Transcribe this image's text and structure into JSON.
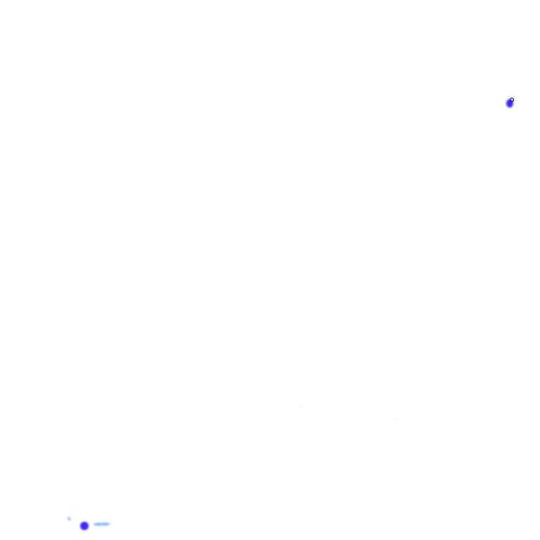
{
  "scene": {
    "background_color": "#ffffff",
    "primary_blue": "#3b2cf5",
    "light_blue": "#7fb8f0",
    "outline_color": "#1a1a6e",
    "speck_color": "#d8d8d8",
    "marks": [
      {
        "name": "blue-blob-top-right",
        "kind": "blob"
      },
      {
        "name": "blue-blob-bottom-left",
        "kind": "blob"
      },
      {
        "name": "light-blue-streak-bottom-left",
        "kind": "streak"
      },
      {
        "name": "light-blue-flake-bottom-left",
        "kind": "flake"
      },
      {
        "name": "faint-speck-center",
        "kind": "speck"
      },
      {
        "name": "faint-speck-lower-right",
        "kind": "speck"
      }
    ]
  }
}
